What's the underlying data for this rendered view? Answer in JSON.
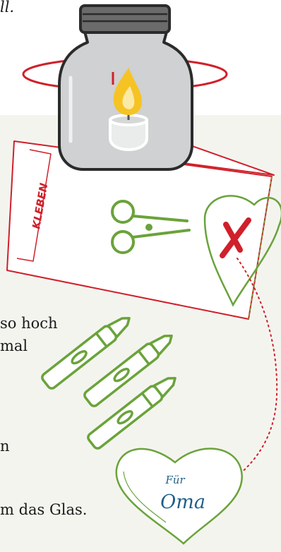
{
  "top_fragment": "ll.",
  "text_lines": [
    "so hoch",
    "mal",
    "n",
    "m das Glas."
  ],
  "kleben_label": "KLEBEN",
  "tag": {
    "line1": "Für",
    "line2": "Oma"
  },
  "colors": {
    "red": "#d0202a",
    "green": "#6aa33a",
    "panel": "#f4f4ef",
    "tag_text": "#1f5f8a"
  }
}
